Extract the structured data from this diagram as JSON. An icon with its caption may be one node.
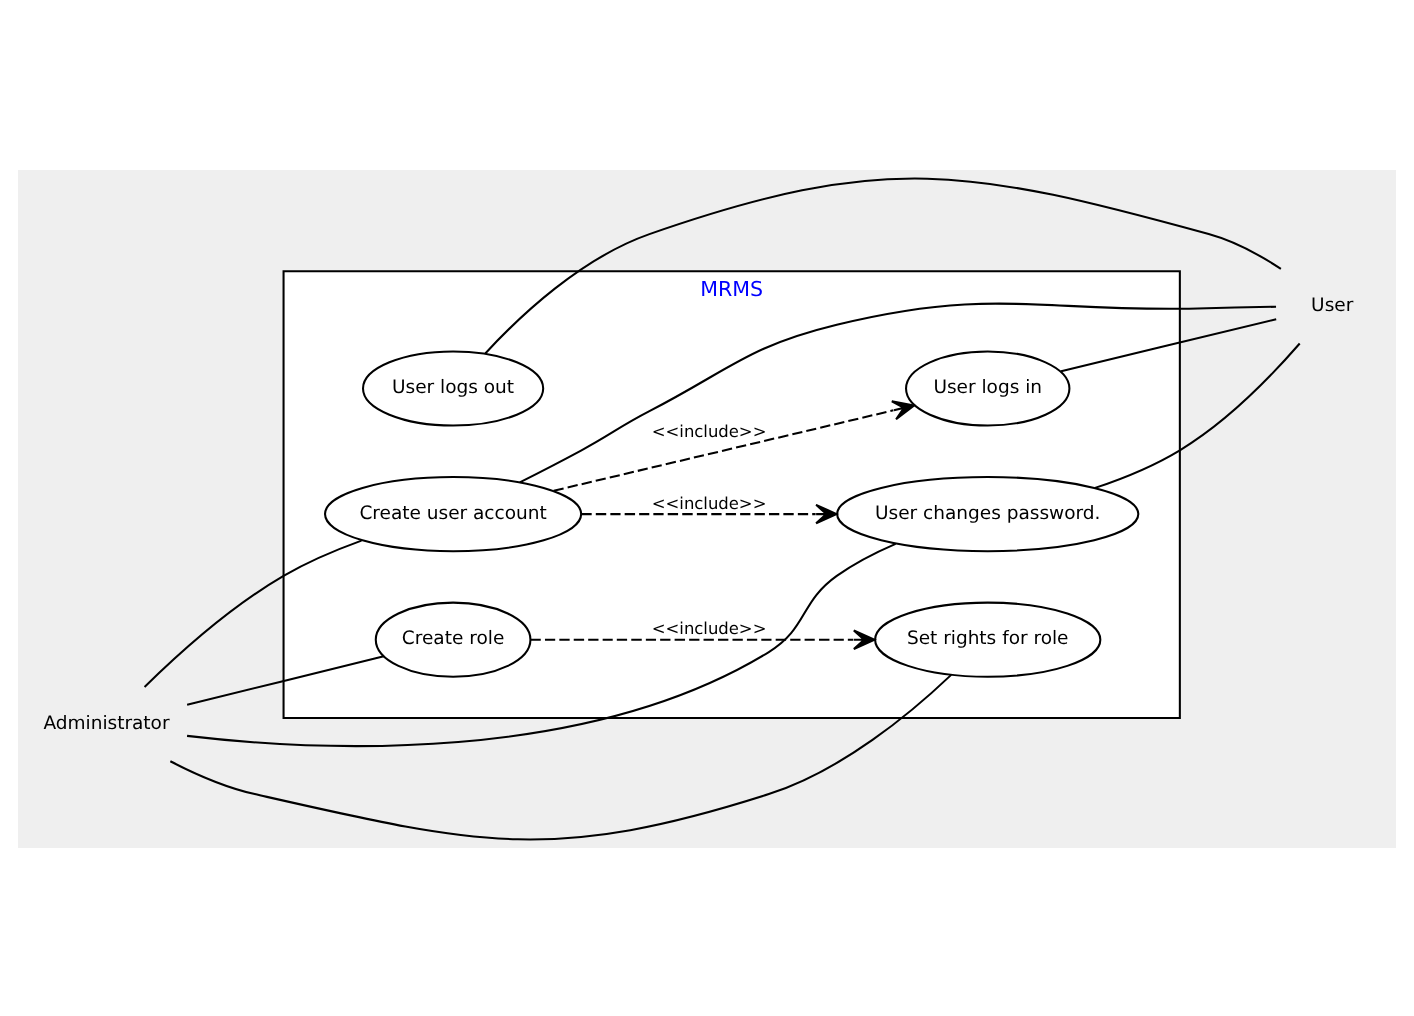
{
  "diagram": {
    "nodes": [
      {
        "text": [
          "MRMS"
        ]
      },
      {
        "text": [
          "Create user account"
        ],
        "in": 0
      },
      {
        "text": [
          "User logs in"
        ],
        "in": 0
      },
      {
        "text": [
          "User changes password."
        ],
        "in": 0
      },
      {
        "text": [
          "User logs out"
        ],
        "in": 0
      },
      {
        "text": [
          "Create role"
        ],
        "in": 0
      },
      {
        "text": [
          "Set rights for role"
        ],
        "in": 0
      },
      {
        "text": [
          "Administrator"
        ]
      },
      {
        "text": [
          "User"
        ]
      }
    ],
    "edges": [
      {
        "from": 7,
        "to": 1,
        "arrow": "none"
      },
      {
        "from": 7,
        "to": 3,
        "arrow": "none"
      },
      {
        "from": 7,
        "to": 5,
        "arrow": "none"
      },
      {
        "from": 7,
        "to": 6,
        "arrow": "none"
      },
      {
        "from": 8,
        "to": 1,
        "arrow": "none"
      },
      {
        "from": 8,
        "to": 2,
        "arrow": "none"
      },
      {
        "from": 8,
        "to": 3,
        "arrow": "none"
      },
      {
        "from": 8,
        "to": 4,
        "arrow": "none"
      },
      {
        "from": 1,
        "to": 3,
        "arrow": "to",
        "style": "dashed",
        "label": "<<include>>"
      },
      {
        "from": 1,
        "to": 2,
        "arrow": "to",
        "style": "dashed",
        "label": "<<include>>"
      },
      {
        "from": 5,
        "to": 6,
        "arrow": "to",
        "style": "dashed",
        "label": "<<include>>"
      }
    ]
  }
}
